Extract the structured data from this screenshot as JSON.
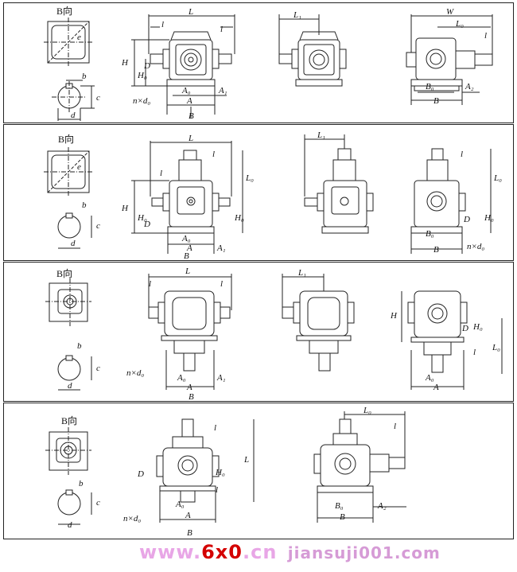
{
  "domain": "Diagram",
  "colors": {
    "line": "#222222",
    "body_fill": "#ffffff",
    "watermark_pink": "#e8a6e6",
    "watermark_red": "#d40000"
  },
  "watermark": {
    "prefix": "www.",
    "brand": "6x0",
    "suffix": ".cn",
    "overlay": "jiansuji001.com"
  },
  "rows": [
    {
      "view_label": "B向",
      "labels": {
        "e": "e",
        "b": "b",
        "c": "c",
        "d": "d",
        "L": "L",
        "l": "l",
        "H": "H",
        "D": "D",
        "H0": "H₀",
        "A0": "A₀",
        "A": "A",
        "A1": "A₁",
        "B_arrow": "B",
        "nxd0": "n×d₀",
        "L1": "L₁",
        "W": "W",
        "L0": "L₀",
        "A2": "A₂",
        "B0": "B₀",
        "B": "B"
      }
    },
    {
      "view_label": "B向",
      "labels": {
        "e": "e",
        "b": "b",
        "c": "c",
        "d": "d",
        "L": "L",
        "l": "l",
        "L0": "L₀",
        "H": "H",
        "H0": "H₀",
        "D": "D",
        "A0": "A₀",
        "A": "A",
        "A1": "A₁",
        "B_arrow": "B",
        "L1": "L₁",
        "B0": "B₀",
        "B": "B",
        "nxd0": "n×d₀"
      }
    },
    {
      "view_label": "B向",
      "labels": {
        "b": "b",
        "c": "c",
        "d": "d",
        "L": "L",
        "l": "l",
        "nxd0": "n×d₀",
        "A0": "A₀",
        "A": "A",
        "A1": "A₁",
        "B_arrow": "B",
        "L1": "L₁",
        "H": "H",
        "D": "D",
        "H0": "H₀",
        "L0": "L₀"
      }
    },
    {
      "view_label": "B向",
      "labels": {
        "b": "b",
        "c": "c",
        "d": "d",
        "l": "l",
        "L": "L",
        "D": "D",
        "H0": "H₀",
        "nxd0": "n×d₀",
        "A0": "A₀",
        "A": "A",
        "B_arrow": "B",
        "L0": "L₀",
        "B0": "B₀",
        "B": "B",
        "A2": "A₂"
      }
    }
  ]
}
